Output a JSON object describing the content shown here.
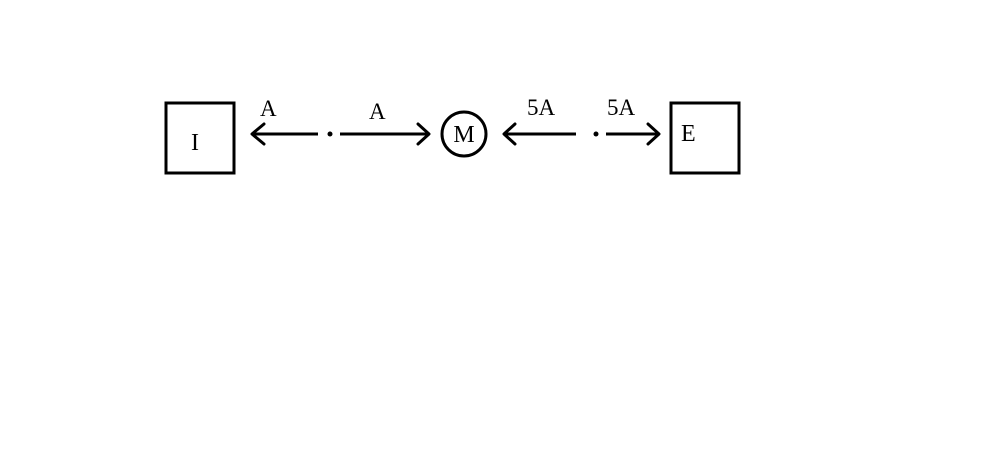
{
  "diagram": {
    "nodes": {
      "left_box": {
        "label": "I"
      },
      "center_circle": {
        "label": "M"
      },
      "right_box": {
        "label": "E"
      }
    },
    "arrows": {
      "left_outer": {
        "label": "A"
      },
      "left_inner": {
        "label": "A"
      },
      "right_inner": {
        "label": "5A"
      },
      "right_outer": {
        "label": "5A"
      }
    },
    "colors": {
      "stroke": "#000000",
      "background": "#ffffff"
    }
  }
}
